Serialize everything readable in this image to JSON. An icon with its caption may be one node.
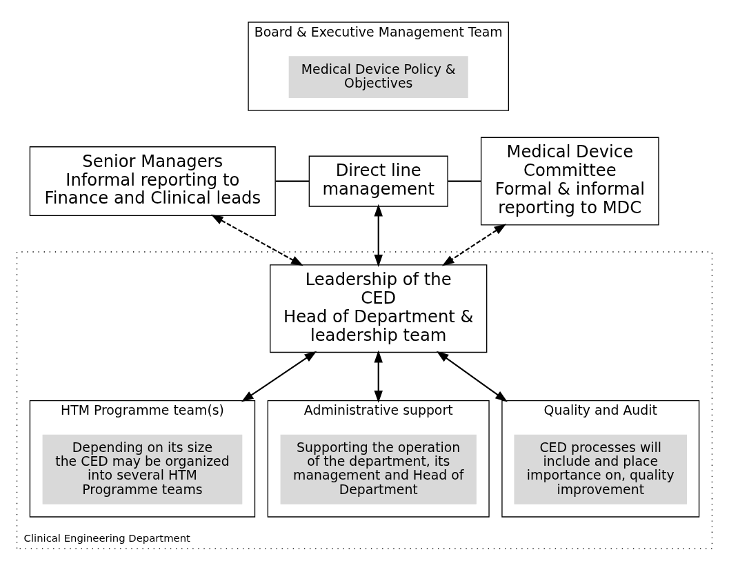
{
  "diagram": {
    "nodes": [
      {
        "text": [
          "Board & Executive Management Team"
        ]
      },
      {
        "text": [
          "Medical Device Policy & Objectives"
        ],
        "in": 0
      },
      {
        "text": [
          "Senior Managers",
          "Informal reporting to Finance and Clinical leads"
        ]
      },
      {
        "text": [
          "Direct line management"
        ]
      },
      {
        "text": [
          "Medical Device Committee",
          "Formal & informal reporting to MDC"
        ]
      },
      {
        "text": [
          "Clinical Engineering Department"
        ]
      },
      {
        "text": [
          "Leadership of the CED",
          "Head of Department & leadership team"
        ],
        "in": 5
      },
      {
        "text": [
          "HTM Programme team(s)"
        ],
        "in": 5
      },
      {
        "text": [
          "Depending on its size the CED may be organized into several HTM Programme teams"
        ],
        "in": 7
      },
      {
        "text": [
          "Administrative support"
        ],
        "in": 5
      },
      {
        "text": [
          "Supporting the operation of the department, its management and Head of Department"
        ],
        "in": 9
      },
      {
        "text": [
          "Quality and Audit"
        ],
        "in": 5
      },
      {
        "text": [
          "CED processes will include and place importance on, quality improvement"
        ],
        "in": 11
      }
    ],
    "edges": [
      {
        "from": 2,
        "to": 3,
        "arrow": "none"
      },
      {
        "from": 3,
        "to": 4,
        "arrow": "none"
      },
      {
        "from": 2,
        "to": 6,
        "arrow": "both",
        "style": "dashed"
      },
      {
        "from": 3,
        "to": 6,
        "arrow": "both"
      },
      {
        "from": 4,
        "to": 6,
        "arrow": "both",
        "style": "dashed"
      },
      {
        "from": 6,
        "to": 7,
        "arrow": "both"
      },
      {
        "from": 6,
        "to": 9,
        "arrow": "both"
      },
      {
        "from": 6,
        "to": 11,
        "arrow": "both"
      }
    ]
  }
}
